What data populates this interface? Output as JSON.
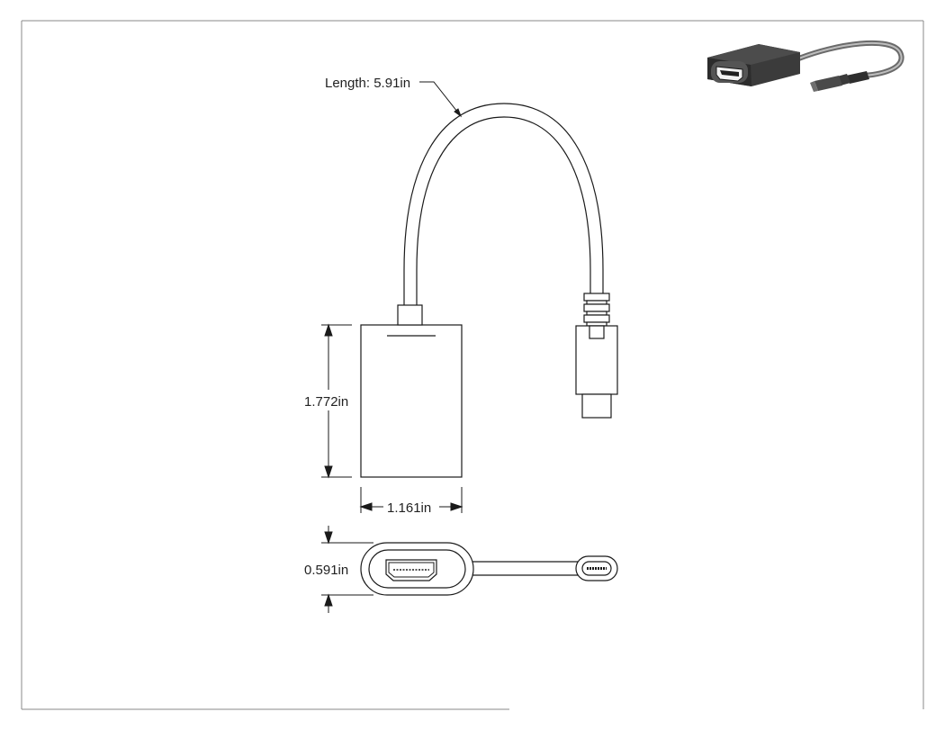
{
  "drawing": {
    "length_label": "Length: 5.91in",
    "height_label": "1.772in",
    "width_label": "1.161in",
    "thickness_label": "0.591in"
  },
  "colors": {
    "line": "#1a1a1a",
    "frame": "#8a8a8a",
    "iso_dark": "#3b3b3b",
    "iso_cable": "#6a6a6a"
  },
  "thumbnail": {
    "icon": "hdmi-to-usb-c-adapter-isometric"
  }
}
